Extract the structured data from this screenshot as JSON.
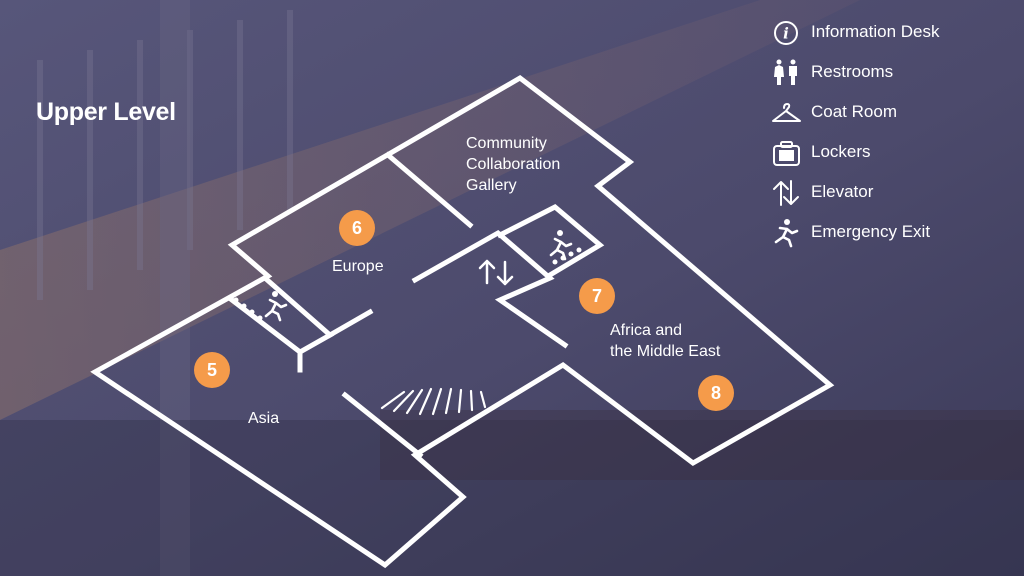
{
  "title": "Upper Level",
  "colors": {
    "accent": "#f59b4a",
    "line": "#ffffff",
    "text": "#ffffff"
  },
  "legend": [
    {
      "icon": "information-icon",
      "label": "Information Desk"
    },
    {
      "icon": "restrooms-icon",
      "label": "Restrooms"
    },
    {
      "icon": "coat-hanger-icon",
      "label": "Coat Room"
    },
    {
      "icon": "lockers-icon",
      "label": "Lockers"
    },
    {
      "icon": "elevator-icon",
      "label": "Elevator"
    },
    {
      "icon": "emergency-exit-icon",
      "label": "Emergency Exit"
    }
  ],
  "galleries": {
    "community": {
      "name_lines": [
        "Community",
        "Collaboration",
        "Gallery"
      ]
    },
    "europe": {
      "number": "6",
      "name": "Europe"
    },
    "asia": {
      "number": "5",
      "name": "Asia"
    },
    "africa": {
      "number": "7",
      "name_lines": [
        "Africa and",
        "the Middle East"
      ]
    },
    "unnamed": {
      "number": "8"
    }
  }
}
